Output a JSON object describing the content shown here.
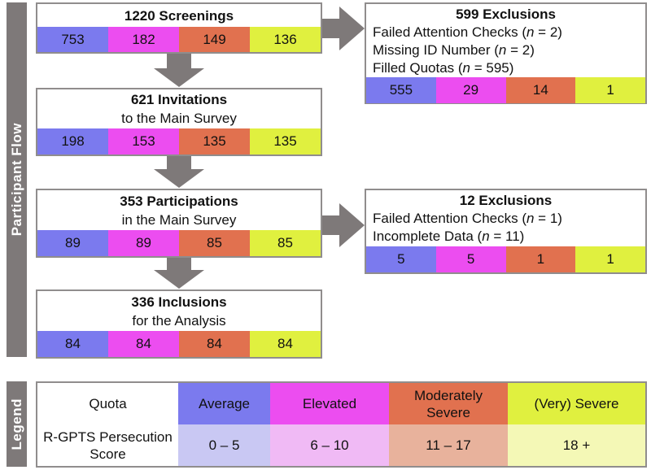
{
  "sidebar": {
    "participant_flow_label": "Participant Flow",
    "legend_label": "Legend"
  },
  "colors": {
    "blue": "#7b7aee",
    "magenta": "#ec4df0",
    "orange": "#e1714f",
    "yellow": "#e0f03f",
    "lightblue": "#c9c8f3",
    "lightmagenta": "#f0baf5",
    "lightorange": "#e8b29c",
    "lightyellow": "#f4f8b6",
    "gray": "#7e7979"
  },
  "flow": {
    "boxes": [
      {
        "title": "1220 Screenings",
        "subtitle": "",
        "values": [
          753,
          182,
          149,
          136
        ]
      },
      {
        "title": "621 Invitations",
        "subtitle": "to the Main Survey",
        "values": [
          198,
          153,
          135,
          135
        ]
      },
      {
        "title": "353 Participations",
        "subtitle": "in the Main Survey",
        "values": [
          89,
          89,
          85,
          85
        ]
      },
      {
        "title": "336 Inclusions",
        "subtitle": "for the Analysis",
        "values": [
          84,
          84,
          84,
          84
        ]
      }
    ],
    "exclusion_boxes": [
      {
        "title": "599 Exclusions",
        "reasons": [
          {
            "prefix": "Failed Attention Checks (",
            "n": "n",
            "suffix": " = 2)"
          },
          {
            "prefix": "Missing ID Number (",
            "n": "n",
            "suffix": " = 2)"
          },
          {
            "prefix": "Filled Quotas (",
            "n": "n",
            "suffix": " = 595)"
          }
        ],
        "values": [
          555,
          29,
          14,
          1
        ]
      },
      {
        "title": "12 Exclusions",
        "reasons": [
          {
            "prefix": "Failed Attention Checks (",
            "n": "n",
            "suffix": " = 1)"
          },
          {
            "prefix": "Incomplete Data (",
            "n": "n",
            "suffix": " = 11)"
          }
        ],
        "values": [
          5,
          5,
          1,
          1
        ]
      }
    ]
  },
  "legend": {
    "rows": [
      {
        "label": "Quota",
        "cells": [
          "Average",
          "Elevated",
          "Moderately Severe",
          "(Very) Severe"
        ]
      },
      {
        "label": "R-GPTS Persecution Score",
        "cells": [
          "0 – 5",
          "6 – 10",
          "11 – 17",
          "18 +"
        ]
      }
    ]
  }
}
